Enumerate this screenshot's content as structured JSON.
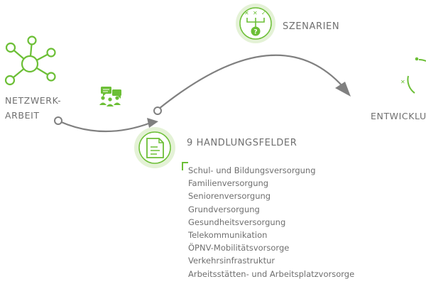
{
  "nodes": {
    "netzwerk": {
      "line1": "NETZWERK-",
      "line2": "ARBEIT"
    },
    "szenarien": {
      "label": "SZENARIEN"
    },
    "entwicklung": {
      "label": "ENTWICKLU"
    },
    "handlungsfelder": {
      "title": "9 HANDLUNGSFELDER",
      "items": [
        "Schul- und Bildungsversorgung",
        "Familienversorgung",
        "Seniorenversorgung",
        "Grundversorgung",
        "Gesundheitsversorgung",
        "Telekommunikation",
        "ÖPNV-Mobilitätsvorsorge",
        "Verkehrsinfrastruktur",
        "Arbeitsstätten- und Arbeitsplatzvorsorge"
      ]
    }
  },
  "colors": {
    "accent_green": "#6cbf36",
    "arrow_gray": "#808080",
    "text_gray": "#6f6f6f",
    "halo_green": "#e4f2d6"
  },
  "icons": {
    "network": "network-hub-icon",
    "discussion": "group-discussion-icon",
    "scenarios": "decision-question-icon",
    "fields": "document-icon",
    "development": "cycle-icon"
  }
}
